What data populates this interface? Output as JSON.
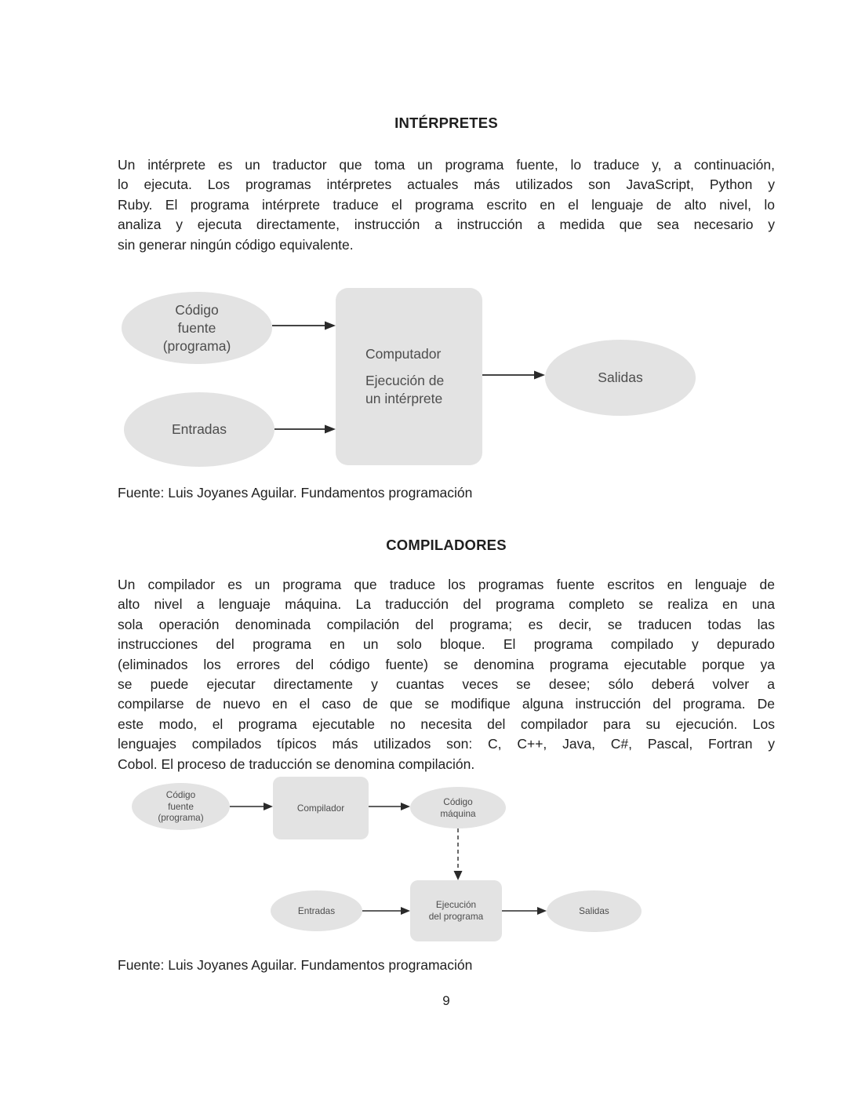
{
  "page": {
    "number": "9"
  },
  "sections": [
    {
      "title": "INTÉRPRETES",
      "lines": [
        "Un intérprete es un traductor que toma un programa fuente, lo traduce y, a continuación,",
        "lo ejecuta. Los programas intérpretes actuales más utilizados son JavaScript, Python y",
        "Ruby. El programa intérprete traduce el programa escrito en el lenguaje de alto nivel, lo",
        "analiza y ejecuta directamente, instrucción a instrucción a medida que sea necesario y",
        "sin generar ningún código equivalente."
      ],
      "source": "Fuente: Luis Joyanes Aguilar. Fundamentos programación"
    },
    {
      "title": "COMPILADORES",
      "lines": [
        "Un compilador es un programa que traduce los programas fuente escritos en lenguaje de",
        "alto nivel a lenguaje máquina. La traducción del programa completo se realiza en una",
        "sola operación denominada compilación del programa; es decir, se traducen todas las",
        "instrucciones del programa en un solo bloque. El programa compilado y depurado",
        "(eliminados los errores del código fuente) se denomina programa ejecutable porque ya",
        "se puede ejecutar directamente y cuantas veces se desee; sólo deberá volver a",
        "compilarse de nuevo en el caso de que se modifique alguna instrucción del programa. De",
        "este modo, el programa ejecutable no necesita del compilador para su ejecución. Los",
        "lenguajes compilados típicos más utilizados son: C, C++, Java, C#, Pascal, Fortran y",
        "Cobol. El proceso de traducción se denomina compilación."
      ],
      "source": "Fuente: Luis Joyanes Aguilar. Fundamentos programación"
    }
  ],
  "diagram1": {
    "source_code": [
      "Código",
      "fuente",
      "(programa)"
    ],
    "inputs": "Entradas",
    "computer": {
      "title": "Computador",
      "line1": "Ejecución de",
      "line2": "un intérprete"
    },
    "outputs": "Salidas"
  },
  "diagram2": {
    "source_code": [
      "Código",
      "fuente",
      "(programa)"
    ],
    "compiler": "Compilador",
    "machine_code": [
      "Código",
      "máquina"
    ],
    "inputs": "Entradas",
    "execution": [
      "Ejecución",
      "del programa"
    ],
    "outputs": "Salidas"
  },
  "colors": {
    "page_bg": "#ffffff",
    "body_text": "#1f1f1f",
    "shape_fill": "#e3e3e3",
    "shape_text": "#4d4d4d",
    "arrow": "#2a2a2a"
  }
}
